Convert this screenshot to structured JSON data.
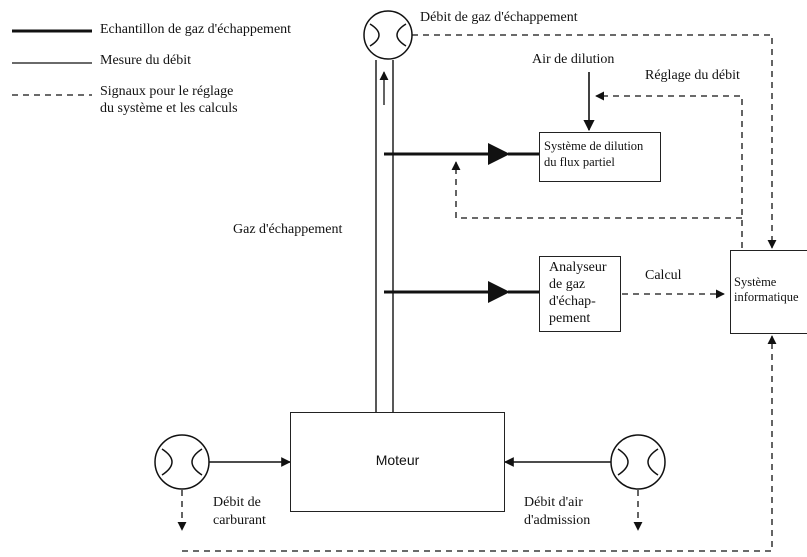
{
  "legend": {
    "sample": "Echantillon de gaz d'échappement",
    "flow": "Mesure du débit",
    "signals_line1": "Signaux pour le réglage",
    "signals_line2": "du système et les calculs"
  },
  "labels": {
    "exhaust_flow": "Débit de gaz d'échappement",
    "dilution_air": "Air de dilution",
    "flow_control": "Réglage du débit",
    "exhaust_gas": "Gaz d'échappement",
    "calc": "Calcul",
    "fuel_flow_line1": "Débit de",
    "fuel_flow_line2": "carburant",
    "intake_flow_line1": "Débit d'air",
    "intake_flow_line2": "d'admission"
  },
  "boxes": {
    "dilution_line1": "Système de dilution",
    "dilution_line2": "du flux partiel",
    "analyzer_line1": "Analyseur",
    "analyzer_line2": "de gaz",
    "analyzer_line3": "d'échap-",
    "analyzer_line4": "pement",
    "computer_line1": "Système",
    "computer_line2": "informatique",
    "engine": "Moteur"
  },
  "colors": {
    "line": "#111111",
    "background": "#ffffff"
  }
}
